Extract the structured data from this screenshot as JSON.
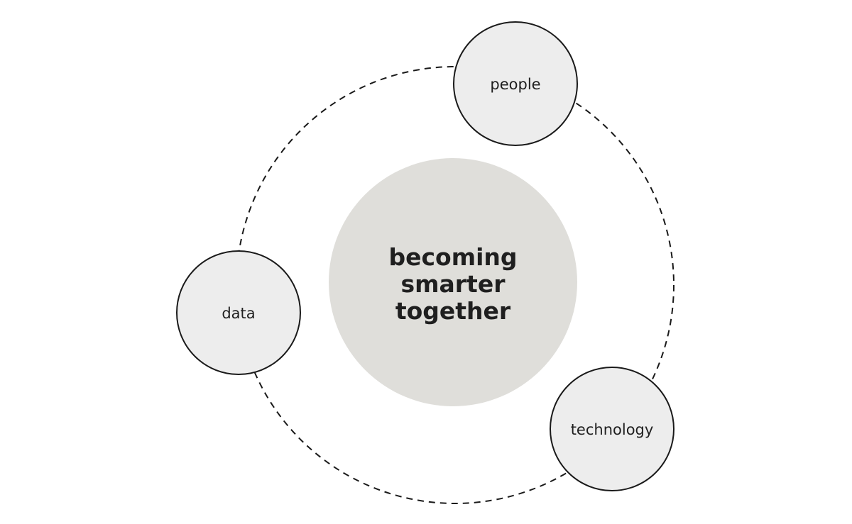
{
  "diagram": {
    "center": {
      "lines": [
        "becoming",
        "smarter",
        "together"
      ]
    },
    "nodes": [
      {
        "label": "people"
      },
      {
        "label": "data"
      },
      {
        "label": "technology"
      }
    ]
  }
}
